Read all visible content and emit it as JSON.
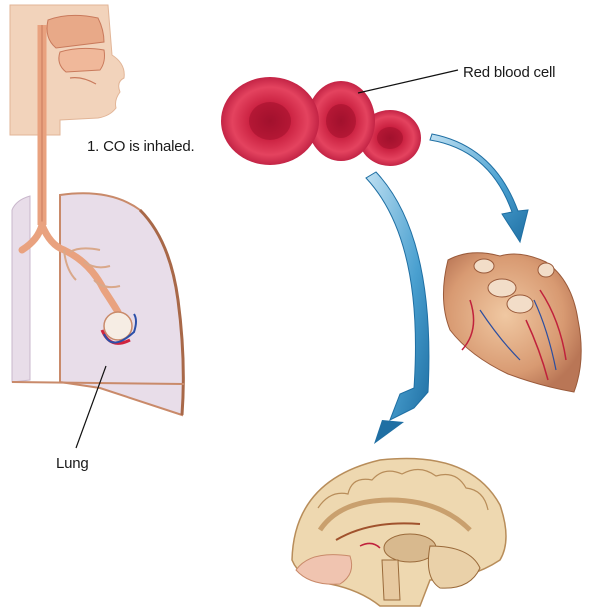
{
  "labels": {
    "step1": "1. CO is inhaled.",
    "red_blood_cell": "Red blood cell",
    "lung": "Lung"
  },
  "colors": {
    "skin": "#f2c9a8",
    "airway": "#e9a27f",
    "lung_fill": "#e8dde9",
    "rbc": "#d92a4a",
    "arrow": "#3a93c6",
    "heart": "#d8a27d",
    "brain": "#eed8b0"
  }
}
